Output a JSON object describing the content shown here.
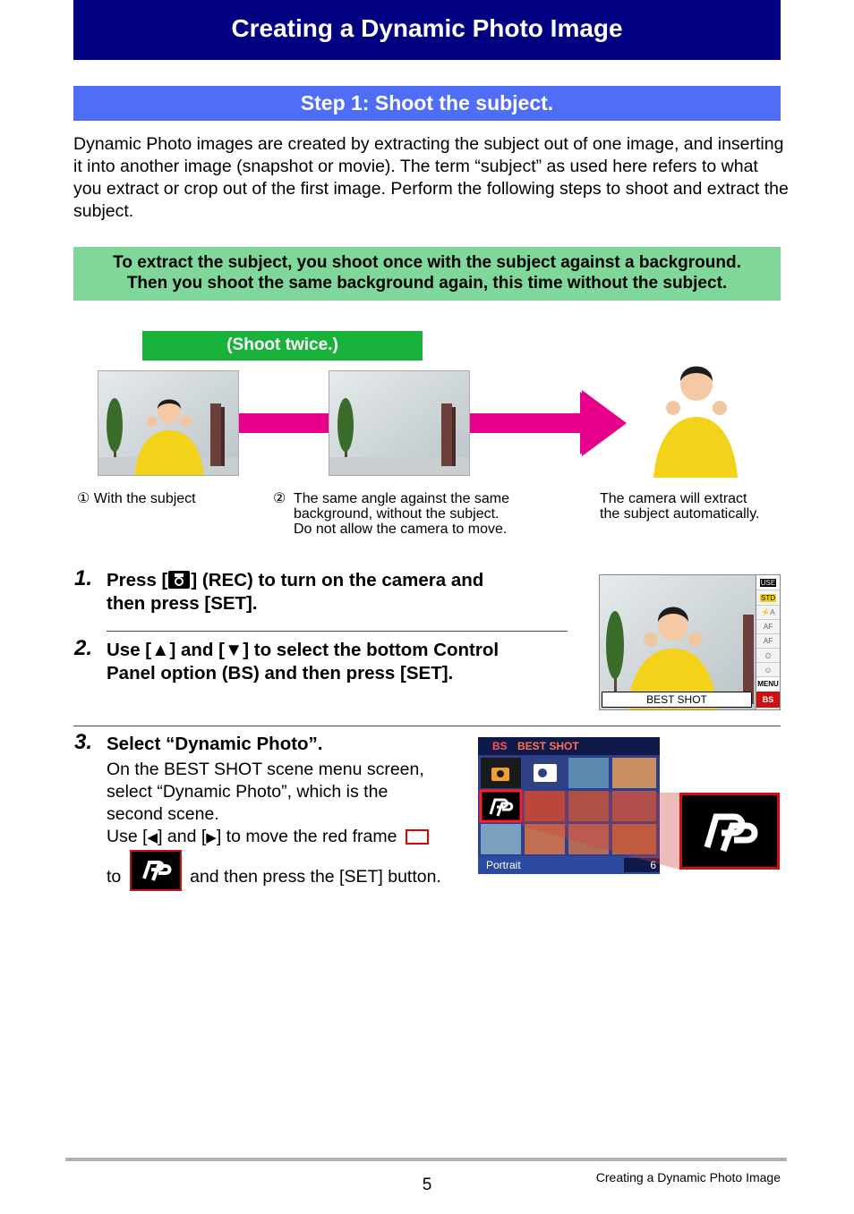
{
  "header": {
    "title": "Creating a Dynamic Photo Image"
  },
  "step_heading": "Step 1: Shoot the subject.",
  "intro": "Dynamic Photo images are created by extracting the subject out of one image, and inserting it into another image (snapshot or movie). The term “subject” as used here refers to what you extract or crop out of the first image. Perform the following steps to shoot and extract the subject.",
  "note": {
    "line1": "To extract the subject, you shoot once with the subject against a background.",
    "line2": "Then you shoot the same background again, this time without the subject."
  },
  "diagram": {
    "shoot_twice": "(Shoot twice.)",
    "caption1_num": "①",
    "caption1": "With the subject",
    "caption2_num": "②",
    "caption2": [
      "The same angle against the same",
      "background, without the subject.",
      "Do not allow the camera to move."
    ],
    "caption3": [
      "The camera will extract",
      "the subject automatically."
    ]
  },
  "steps": [
    {
      "num": "1.",
      "lines": [
        "Press [",
        "] (REC) to turn on the camera and",
        "then press [SET]."
      ]
    },
    {
      "num": "2.",
      "lines": [
        "Use [",
        "] and [",
        "] to select the bottom Control",
        "Panel option (BS) and then press [SET]."
      ]
    },
    {
      "num": "3.",
      "title": "Select “Dynamic Photo”.",
      "body": [
        "On the BEST SHOT scene menu screen,",
        "select “Dynamic Photo”, which is the",
        "second scene."
      ],
      "move_a": "Use [",
      "move_b": "] and [",
      "move_c": "] to move the red frame",
      "to": "to",
      "then": "and then press the [SET] button."
    }
  ],
  "camera_screen": {
    "best_shot_label": "BEST SHOT",
    "bs_label": "BS",
    "menu_label": "MENU",
    "side_icons": [
      "USE",
      "STD",
      "⚡A",
      "AF",
      "AF",
      "⏲",
      "☺"
    ]
  },
  "bestshot_screen": {
    "bs": "BS",
    "title": "BEST SHOT",
    "scene_label": "Portrait",
    "count": "6"
  },
  "footer": {
    "page": "5",
    "section": "Creating a Dynamic Photo Image"
  },
  "colors": {
    "title_bg": "#000080",
    "step_bg": "#4f6df5",
    "note_bg": "#7fd89a",
    "arrow": "#e6008c",
    "green": "#19b33c"
  }
}
